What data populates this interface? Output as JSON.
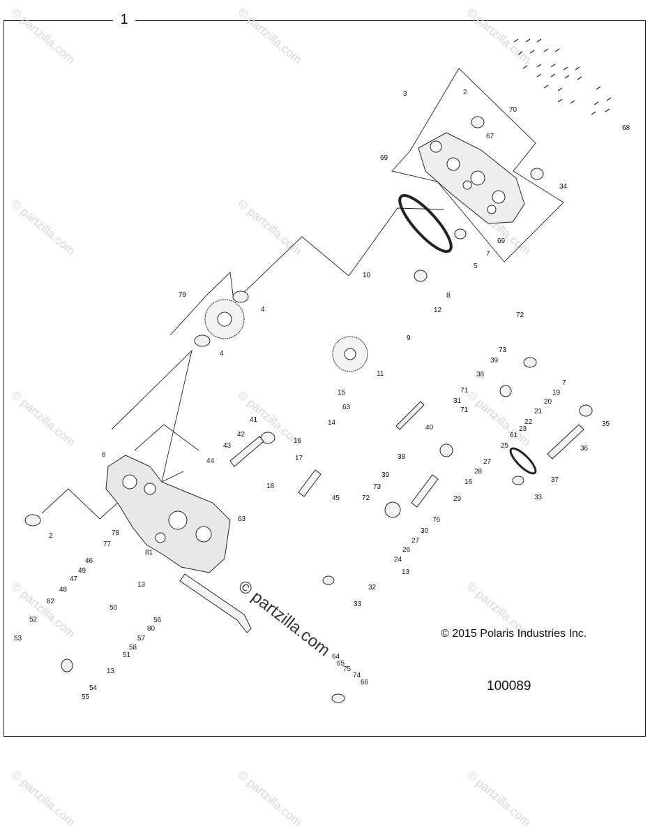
{
  "frame_label": "1",
  "copyright": "© 2015 Polaris Industries Inc.",
  "diagram_id": "100089",
  "watermark_text": "© partzilla.com",
  "center_watermark": "© partzilla.com",
  "callouts": [
    {
      "id": "c-2a",
      "text": "2"
    },
    {
      "id": "c-3",
      "text": "3"
    },
    {
      "id": "c-70",
      "text": "70"
    },
    {
      "id": "c-68",
      "text": "68"
    },
    {
      "id": "c-67",
      "text": "67"
    },
    {
      "id": "c-69a",
      "text": "69"
    },
    {
      "id": "c-34",
      "text": "34"
    },
    {
      "id": "c-69b",
      "text": "69"
    },
    {
      "id": "c-7a",
      "text": "7"
    },
    {
      "id": "c-5",
      "text": "5"
    },
    {
      "id": "c-10",
      "text": "10"
    },
    {
      "id": "c-8",
      "text": "8"
    },
    {
      "id": "c-79",
      "text": "79"
    },
    {
      "id": "c-4a",
      "text": "4"
    },
    {
      "id": "c-12",
      "text": "12"
    },
    {
      "id": "c-9",
      "text": "9"
    },
    {
      "id": "c-4b",
      "text": "4"
    },
    {
      "id": "c-11",
      "text": "11"
    },
    {
      "id": "c-72a",
      "text": "72"
    },
    {
      "id": "c-73a",
      "text": "73"
    },
    {
      "id": "c-39a",
      "text": "39"
    },
    {
      "id": "c-38a",
      "text": "38"
    },
    {
      "id": "c-7b",
      "text": "7"
    },
    {
      "id": "c-19",
      "text": "19"
    },
    {
      "id": "c-15",
      "text": "15"
    },
    {
      "id": "c-71a",
      "text": "71"
    },
    {
      "id": "c-20",
      "text": "20"
    },
    {
      "id": "c-31",
      "text": "31"
    },
    {
      "id": "c-21",
      "text": "21"
    },
    {
      "id": "c-63a",
      "text": "63"
    },
    {
      "id": "c-71b",
      "text": "71"
    },
    {
      "id": "c-22",
      "text": "22"
    },
    {
      "id": "c-35",
      "text": "35"
    },
    {
      "id": "c-41",
      "text": "41"
    },
    {
      "id": "c-14",
      "text": "14"
    },
    {
      "id": "c-40",
      "text": "40"
    },
    {
      "id": "c-23",
      "text": "23"
    },
    {
      "id": "c-42",
      "text": "42"
    },
    {
      "id": "c-61",
      "text": "61"
    },
    {
      "id": "c-16a",
      "text": "16"
    },
    {
      "id": "c-25",
      "text": "25"
    },
    {
      "id": "c-36",
      "text": "36"
    },
    {
      "id": "c-43",
      "text": "43"
    },
    {
      "id": "c-6",
      "text": "6"
    },
    {
      "id": "c-17",
      "text": "17"
    },
    {
      "id": "c-38b",
      "text": "38"
    },
    {
      "id": "c-27a",
      "text": "27"
    },
    {
      "id": "c-44",
      "text": "44"
    },
    {
      "id": "c-28",
      "text": "28"
    },
    {
      "id": "c-39b",
      "text": "39"
    },
    {
      "id": "c-16b",
      "text": "16"
    },
    {
      "id": "c-37",
      "text": "37"
    },
    {
      "id": "c-18",
      "text": "18"
    },
    {
      "id": "c-73b",
      "text": "73"
    },
    {
      "id": "c-72b",
      "text": "72"
    },
    {
      "id": "c-45",
      "text": "45"
    },
    {
      "id": "c-29",
      "text": "29"
    },
    {
      "id": "c-33a",
      "text": "33"
    },
    {
      "id": "c-63b",
      "text": "63"
    },
    {
      "id": "c-76",
      "text": "76"
    },
    {
      "id": "c-2b",
      "text": "2"
    },
    {
      "id": "c-30",
      "text": "30"
    },
    {
      "id": "c-27b",
      "text": "27"
    },
    {
      "id": "c-78",
      "text": "78"
    },
    {
      "id": "c-26",
      "text": "26"
    },
    {
      "id": "c-77",
      "text": "77"
    },
    {
      "id": "c-81",
      "text": "81"
    },
    {
      "id": "c-24",
      "text": "24"
    },
    {
      "id": "c-46",
      "text": "46"
    },
    {
      "id": "c-49",
      "text": "49"
    },
    {
      "id": "c-13a",
      "text": "13"
    },
    {
      "id": "c-13b",
      "text": "13"
    },
    {
      "id": "c-47",
      "text": "47"
    },
    {
      "id": "c-32",
      "text": "32"
    },
    {
      "id": "c-48",
      "text": "48"
    },
    {
      "id": "c-33b",
      "text": "33"
    },
    {
      "id": "c-82",
      "text": "82"
    },
    {
      "id": "c-50",
      "text": "50"
    },
    {
      "id": "c-56",
      "text": "56"
    },
    {
      "id": "c-80",
      "text": "80"
    },
    {
      "id": "c-52",
      "text": "52"
    },
    {
      "id": "c-57",
      "text": "57"
    },
    {
      "id": "c-58",
      "text": "58"
    },
    {
      "id": "c-53",
      "text": "53"
    },
    {
      "id": "c-51",
      "text": "51"
    },
    {
      "id": "c-64",
      "text": "64"
    },
    {
      "id": "c-65",
      "text": "65"
    },
    {
      "id": "c-75",
      "text": "75"
    },
    {
      "id": "c-74",
      "text": "74"
    },
    {
      "id": "c-13c",
      "text": "13"
    },
    {
      "id": "c-66",
      "text": "66"
    },
    {
      "id": "c-54",
      "text": "54"
    },
    {
      "id": "c-55",
      "text": "55"
    }
  ]
}
